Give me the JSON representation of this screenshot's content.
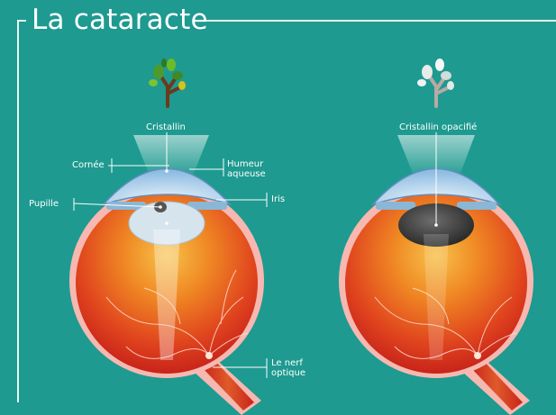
{
  "title": "La cataracte",
  "left_eye": {
    "lens_label": "Cristallin",
    "labels": {
      "cornea": "Cornée",
      "aqueous_line1": "Humeur",
      "aqueous_line2": "aqueuse",
      "pupil": "Pupille",
      "iris": "Iris",
      "nerve_line1": "Le nerf",
      "nerve_line2": "optique"
    }
  },
  "right_eye": {
    "lens_label": "Cristallin opacifié"
  },
  "colors": {
    "background": "#1e9a90",
    "eye_red": "#d8301c",
    "eye_orange": "#f08a24",
    "cornea_blue": "#b9d7ee",
    "sclera_pink": "#f6b8b0"
  }
}
